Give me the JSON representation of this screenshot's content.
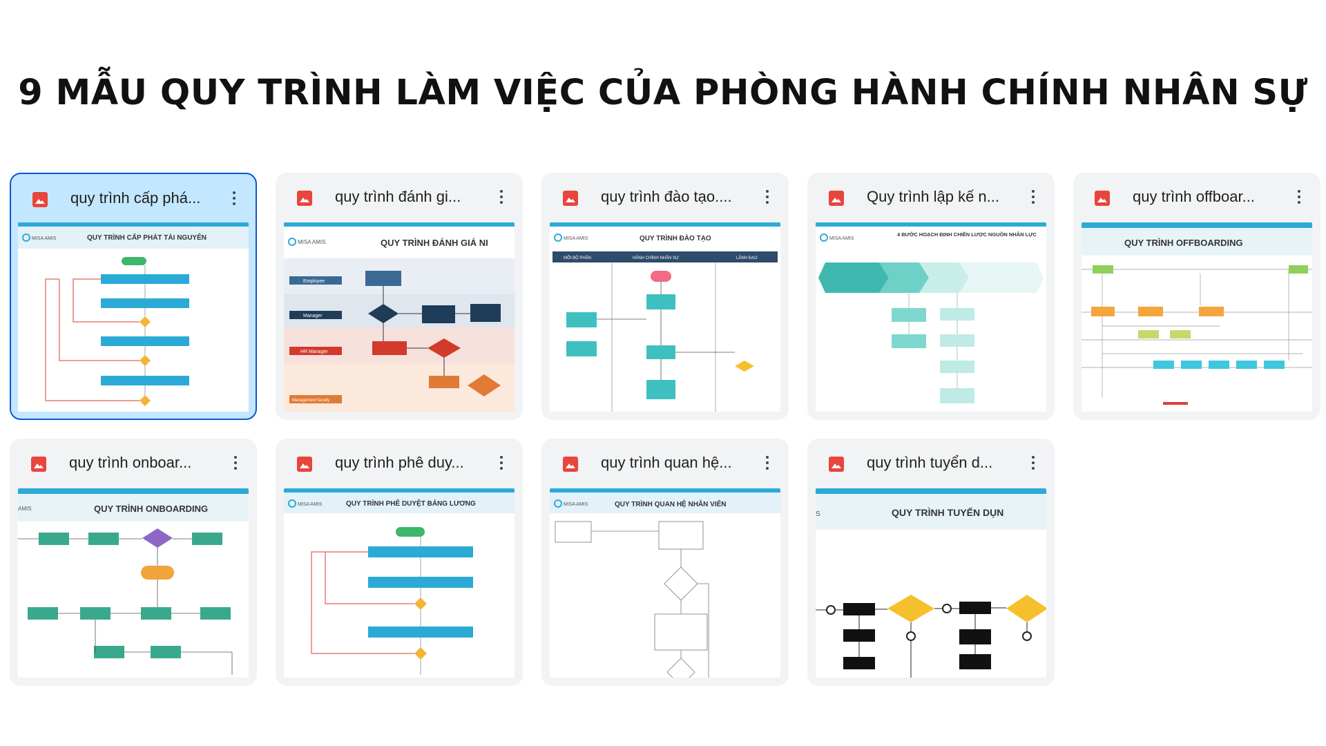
{
  "page": {
    "title": "9 MẪU QUY TRÌNH LÀM VIỆC CỦA PHÒNG HÀNH CHÍNH NHÂN SỰ"
  },
  "colors": {
    "accent": "#2baad8",
    "selected_bg": "#c2e7ff",
    "selected_border": "#0b57d0",
    "image_icon": "#e8453c"
  },
  "files": [
    {
      "name": "quy trình cấp phá...",
      "selected": true,
      "icon": "image-icon",
      "thumb": {
        "brand": "MISA AMIS",
        "heading": "QUY TRÌNH CẤP PHÁT TÀI NGUYÊN"
      }
    },
    {
      "name": "quy trình đánh gi...",
      "selected": false,
      "icon": "image-icon",
      "thumb": {
        "brand": "MISA AMIS",
        "heading": "QUY TRÌNH ĐÁNH GIÁ NI",
        "lanes": [
          "Employee",
          "Manager",
          "HR Manager",
          "Management faculty"
        ]
      }
    },
    {
      "name": "quy trình đào tạo....",
      "selected": false,
      "icon": "image-icon",
      "thumb": {
        "brand": "MISA AMIS",
        "heading": "QUY TRÌNH ĐÀO TẠO",
        "columns": [
          "MỖI BỘ PHẬN",
          "HÀNH CHÍNH NHÂN SỰ",
          "LÃNH ĐẠO"
        ]
      }
    },
    {
      "name": "Quy trình lập kế n...",
      "selected": false,
      "icon": "image-icon",
      "thumb": {
        "brand": "MISA AMIS",
        "heading": "4 BƯỚC HOẠCH ĐỊNH CHIẾN LƯỢC NGUỒN NHÂN LỰC"
      }
    },
    {
      "name": "quy trình offboar...",
      "selected": false,
      "icon": "image-icon",
      "thumb": {
        "brand": "",
        "heading": "QUY TRÌNH OFFBOARDING"
      }
    },
    {
      "name": "quy trình onboar...",
      "selected": false,
      "icon": "image-icon",
      "thumb": {
        "brand": "AMIS",
        "heading": "QUY TRÌNH ONBOARDING"
      }
    },
    {
      "name": "quy trình phê duy...",
      "selected": false,
      "icon": "image-icon",
      "thumb": {
        "brand": "MISA AMIS",
        "heading": "QUY TRÌNH PHÊ DUYỆT BẢNG LƯƠNG"
      }
    },
    {
      "name": "quy trình quan hệ...",
      "selected": false,
      "icon": "image-icon",
      "thumb": {
        "brand": "MISA AMIS",
        "heading": "QUY TRÌNH QUAN HỆ NHÂN VIÊN"
      }
    },
    {
      "name": "quy trình tuyển d...",
      "selected": false,
      "icon": "image-icon",
      "thumb": {
        "brand": "S",
        "heading": "QUY TRÌNH TUYỂN DỤN"
      }
    }
  ]
}
